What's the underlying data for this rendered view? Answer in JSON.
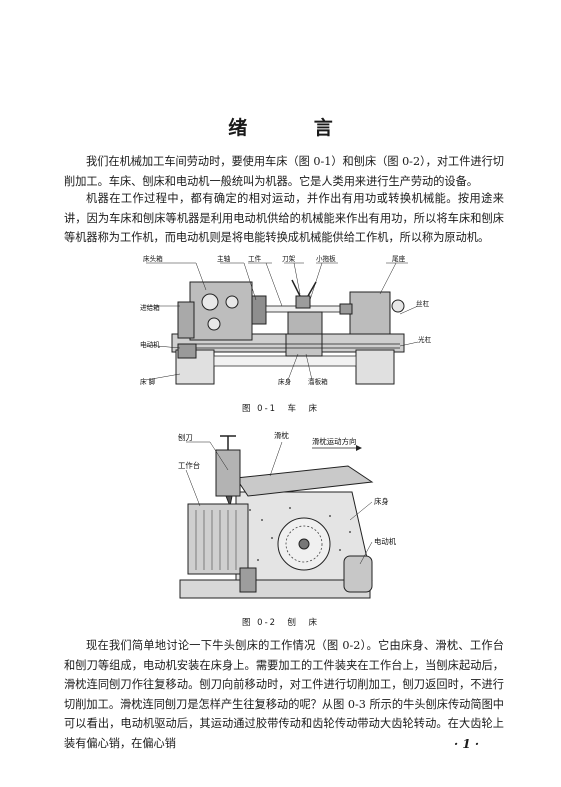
{
  "title": "绪 言",
  "paragraphs": [
    "我们在机械加工车间劳动时，要使用车床（图 0-1）和刨床（图 0-2），对工件进行切削加工。车床、刨床和电动机一般统叫为机器。它是人类用来进行生产劳动的设备。",
    "机器在工作过程中，都有确定的相对运动，并作出有用功或转换机械能。按用途来讲，因为车床和刨床等机器是利用电动机供给的机械能来作出有用功，所以将车床和刨床等机器称为工作机，而电动机则是将电能转换成机械能供给工作机，所以称为原动机。",
    "现在我们简单地讨论一下牛头刨床的工作情况（图 0-2）。它由床身、滑枕、工作台和刨刀等组成，电动机安装在床身上。需要加工的工件装夹在工作台上，当刨床起动后，滑枕连同刨刀作往复移动。刨刀向前移动时，对工件进行切削加工，刨刀返回时，不进行切削加工。滑枕连同刨刀是怎样产生往复移动的呢？从图 0-3 所示的牛头刨床传动简图中可以看出，电动机驱动后，其运动通过胶带传动和齿轮传动带动大齿轮转动。在大齿轮上装有偏心销，在偏心销"
  ],
  "figure1": {
    "caption": "图 0-1　车　床",
    "labels": {
      "headstock": "床头箱",
      "spindle": "主轴",
      "workpiece": "工件",
      "tool_holder": "刀架",
      "slide": "小拖板",
      "tailstock": "尾座",
      "feed_box": "进给箱",
      "lead_screw": "丝杠",
      "motor": "电动机",
      "feed_rod": "光杠",
      "bed": "床身",
      "apron": "溜板箱",
      "leg": "床 脚"
    }
  },
  "figure2": {
    "caption": "图 0-2　刨　床",
    "labels": {
      "planer_tool": "刨刀",
      "ram": "滑枕",
      "ram_direction": "滑枕运动方向",
      "worktable": "工作台",
      "bed": "床身",
      "motor": "电动机"
    }
  },
  "page_number": "· 1 ·"
}
